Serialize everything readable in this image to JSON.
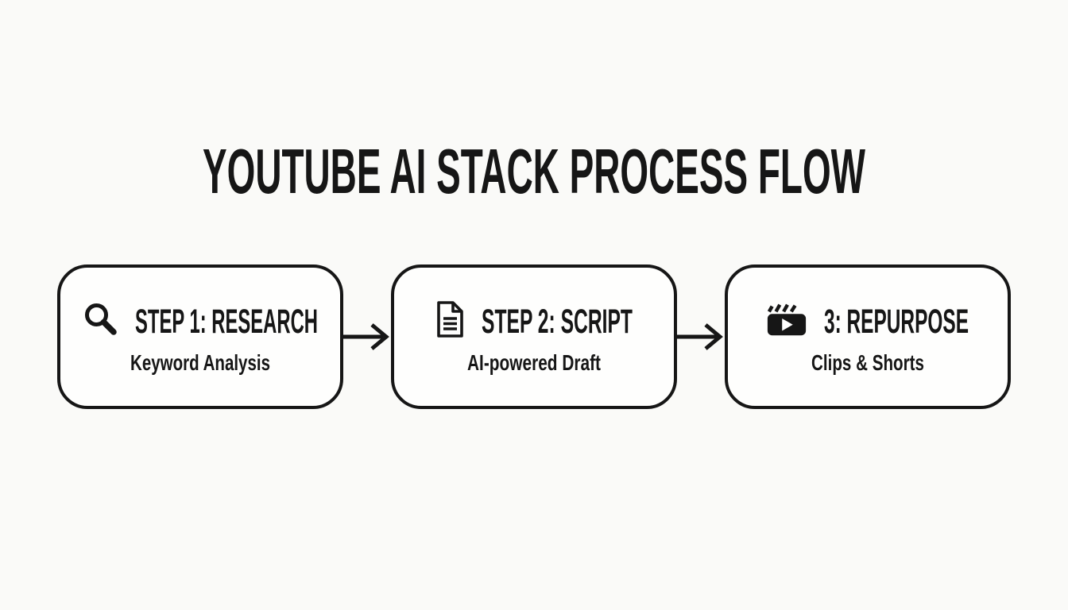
{
  "page": {
    "title": "YOUTUBE AI STACK PROCESS FLOW"
  },
  "colors": {
    "background": "#fafaf8",
    "box_fill": "#fefefd",
    "ink": "#161616"
  },
  "flow": {
    "connector": "right-arrow",
    "steps": [
      {
        "icon": "magnifier-icon",
        "title": "STEP 1: RESEARCH",
        "subtitle": "Keyword Analysis"
      },
      {
        "icon": "document-icon",
        "title": "STEP 2: SCRIPT",
        "subtitle": "AI-powered Draft"
      },
      {
        "icon": "clapperboard-icon",
        "title": "3: REPURPOSE",
        "subtitle": "Clips & Shorts"
      }
    ]
  }
}
